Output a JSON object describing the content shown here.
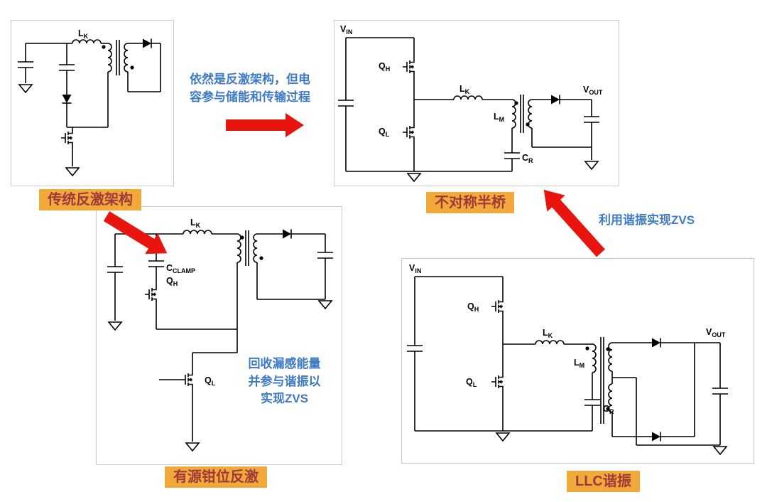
{
  "badges": {
    "flyback": "传统反激架构",
    "ahb": "不对称半桥",
    "acf": "有源钳位反激",
    "llc": "LLC谐振"
  },
  "annotations": {
    "flyback_to_ahb_line1": "依然是反激架构，但电",
    "flyback_to_ahb_line2": "容参与储能和传输过程",
    "resonance_zvs": "利用谐振实现ZVS",
    "acf_note_line1": "回收漏感能量",
    "acf_note_line2": "并参与谐振以",
    "acf_note_line3": "实现ZVS"
  },
  "components": {
    "vin": {
      "main": "V",
      "sub": "IN"
    },
    "vout": {
      "main": "V",
      "sub": "OUT"
    },
    "qh": {
      "main": "Q",
      "sub": "H"
    },
    "ql": {
      "main": "Q",
      "sub": "L"
    },
    "lk": {
      "main": "L",
      "sub": "K"
    },
    "lm": {
      "main": "L",
      "sub": "M"
    },
    "cr": {
      "main": "C",
      "sub": "R"
    },
    "cclamp": {
      "main": "C",
      "sub": "CLAMP"
    }
  },
  "colors": {
    "badge_bg": "#F2A93C",
    "badge_text": "#A03A3A",
    "annotation_blue": "#3F7AC5",
    "arrow_red": "#E8150E",
    "wire": "#000000"
  }
}
